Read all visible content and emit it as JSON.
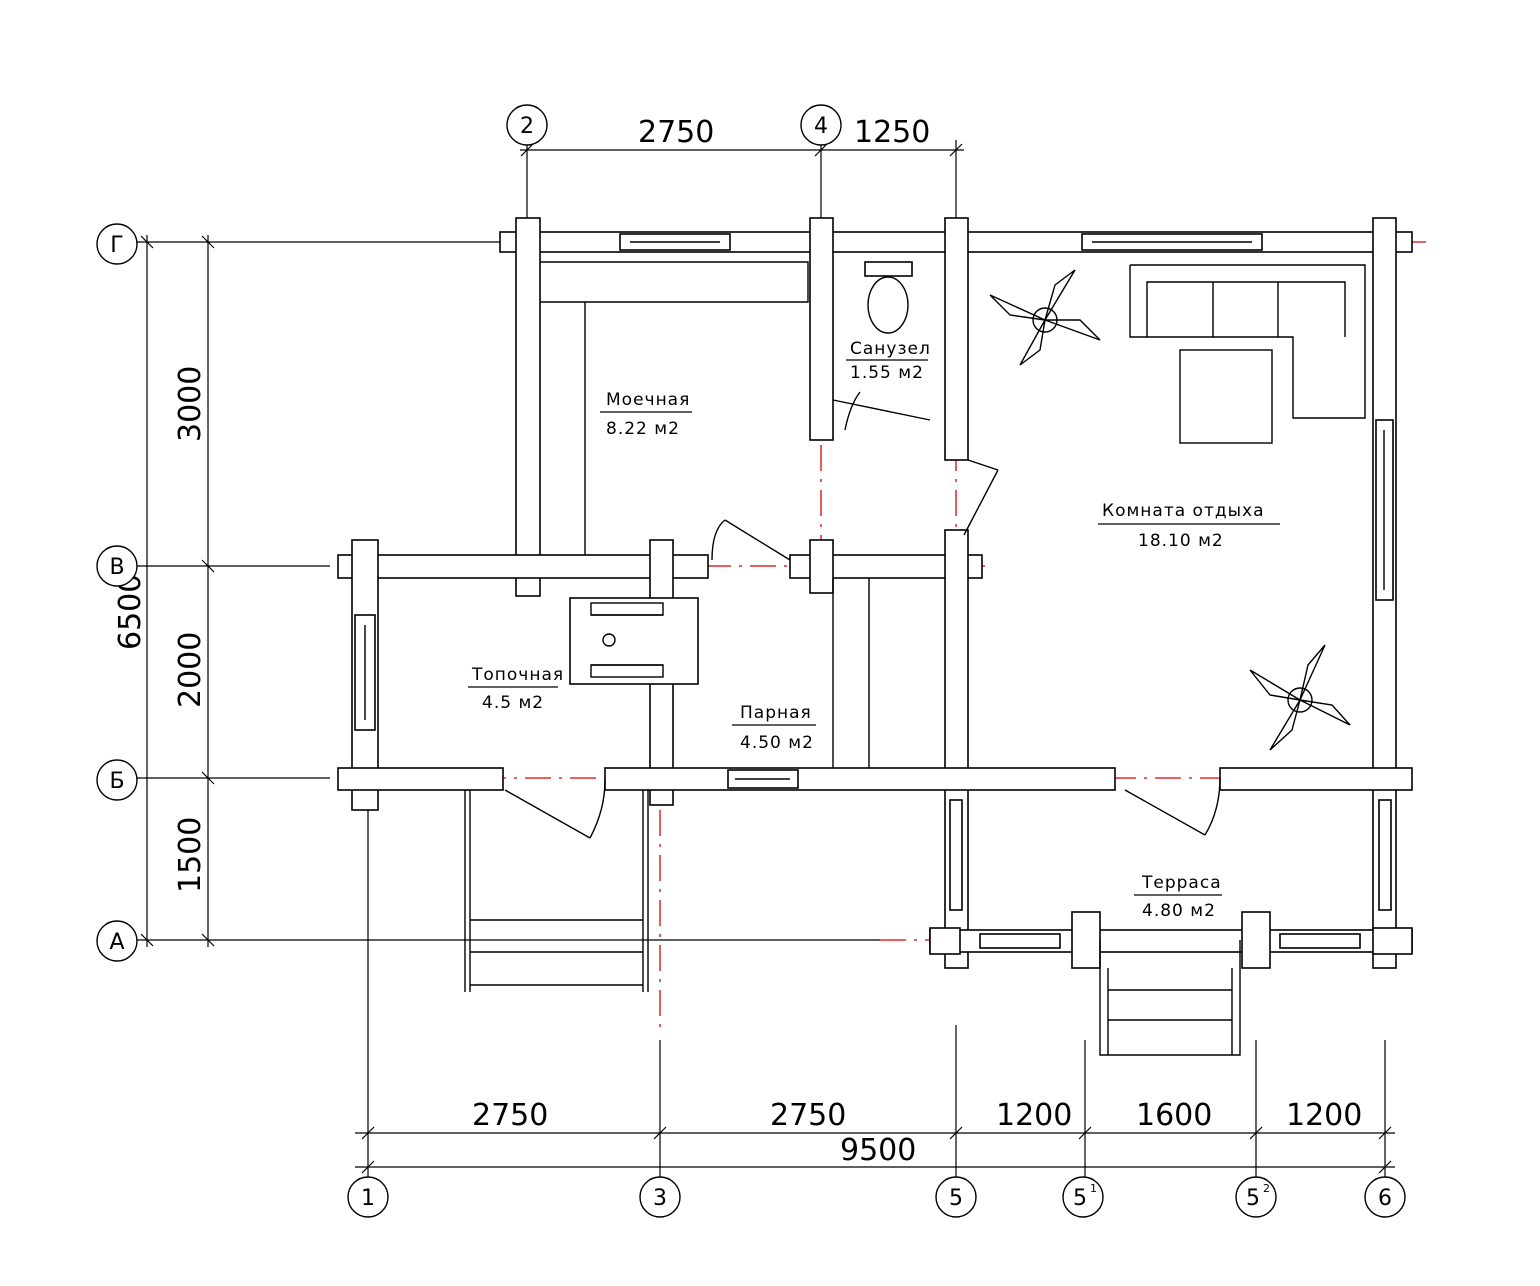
{
  "title": "Floor plan",
  "axes": {
    "vertical": [
      "1",
      "2",
      "3",
      "4",
      "5",
      "5",
      "5",
      "6"
    ],
    "vertical_sup": {
      "5a": "1",
      "5b": "2"
    },
    "horizontal": [
      "Г",
      "В",
      "Б",
      "А"
    ]
  },
  "dimensions": {
    "top": [
      "2750",
      "1250"
    ],
    "left_total": "6500",
    "left": [
      "3000",
      "2000",
      "1500"
    ],
    "bottom": [
      "2750",
      "2750",
      "1200",
      "1600",
      "1200"
    ],
    "bottom_total": "9500"
  },
  "rooms": [
    {
      "name": "Моечная",
      "area": "8.22 м2"
    },
    {
      "name": "Санузел",
      "area": "1.55 м2"
    },
    {
      "name": "Комната отдыха",
      "area": "18.10 м2"
    },
    {
      "name": "Топочная",
      "area": "4.5 м2"
    },
    {
      "name": "Парная",
      "area": "4.50 м2"
    },
    {
      "name": "Терраса",
      "area": "4.80 м2"
    }
  ]
}
